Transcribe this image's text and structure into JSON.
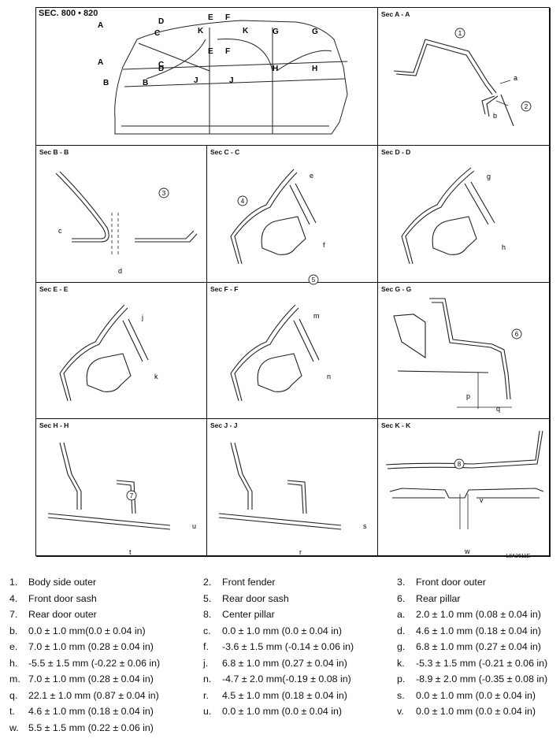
{
  "figure": {
    "main_title": "SEC. 800 • 820",
    "code": "LIIA2611E",
    "sections": [
      {
        "id": "sec-a-a",
        "title": "Sec A - A"
      },
      {
        "id": "sec-b-b",
        "title": "Sec B - B"
      },
      {
        "id": "sec-c-c",
        "title": "Sec C - C"
      },
      {
        "id": "sec-d-d",
        "title": "Sec D - D"
      },
      {
        "id": "sec-e-e",
        "title": "Sec E - E"
      },
      {
        "id": "sec-f-f",
        "title": "Sec F - F"
      },
      {
        "id": "sec-g-g",
        "title": "Sec G - G"
      },
      {
        "id": "sec-h-h",
        "title": "Sec H - H"
      },
      {
        "id": "sec-j-j",
        "title": "Sec J - J"
      },
      {
        "id": "sec-k-k",
        "title": "Sec K - K"
      }
    ],
    "overview_labels": [
      "A",
      "A",
      "B",
      "B",
      "C",
      "C",
      "D",
      "D",
      "E",
      "E",
      "F",
      "F",
      "G",
      "G",
      "H",
      "H",
      "J",
      "J",
      "K",
      "K"
    ],
    "part_callouts": [
      "1",
      "2",
      "3",
      "4",
      "5",
      "6",
      "7",
      "8"
    ],
    "dimension_letters": [
      "a",
      "b",
      "c",
      "d",
      "e",
      "f",
      "g",
      "h",
      "j",
      "k",
      "m",
      "n",
      "p",
      "q",
      "r",
      "s",
      "t",
      "u",
      "v",
      "w"
    ]
  },
  "legend": [
    {
      "num": "1.",
      "text": "Body side outer"
    },
    {
      "num": "2.",
      "text": "Front fender"
    },
    {
      "num": "3.",
      "text": "Front door outer"
    },
    {
      "num": "4.",
      "text": "Front door sash"
    },
    {
      "num": "5.",
      "text": "Rear door sash"
    },
    {
      "num": "6.",
      "text": "Rear pillar"
    },
    {
      "num": "7.",
      "text": "Rear door outer"
    },
    {
      "num": "8.",
      "text": "Center pillar"
    },
    {
      "num": "a.",
      "text": "2.0 ± 1.0 mm (0.08 ± 0.04 in)"
    },
    {
      "num": "b.",
      "text": "0.0 ± 1.0 mm(0.0 ± 0.04 in)"
    },
    {
      "num": "c.",
      "text": "0.0 ± 1.0 mm (0.0 ± 0.04 in)"
    },
    {
      "num": "d.",
      "text": "4.6 ± 1.0 mm (0.18 ± 0.04 in)"
    },
    {
      "num": "e.",
      "text": "7.0 ± 1.0 mm (0.28 ± 0.04 in)"
    },
    {
      "num": "f.",
      "text": "-3.6 ± 1.5 mm (-0.14 ± 0.06 in)"
    },
    {
      "num": "g.",
      "text": "6.8 ± 1.0 mm (0.27 ± 0.04 in)"
    },
    {
      "num": "h.",
      "text": "-5.5 ± 1.5 mm (-0.22 ± 0.06 in)"
    },
    {
      "num": "j.",
      "text": "6.8 ± 1.0 mm (0.27 ± 0.04 in)"
    },
    {
      "num": "k.",
      "text": "-5.3 ± 1.5 mm (-0.21 ± 0.06 in)"
    },
    {
      "num": "m.",
      "text": "7.0 ± 1.0 mm (0.28 ± 0.04 in)"
    },
    {
      "num": "n.",
      "text": "-4.7 ± 2.0 mm(-0.19 ± 0.08 in)"
    },
    {
      "num": "p.",
      "text": "-8.9 ± 2.0 mm (-0.35 ± 0.08 in)"
    },
    {
      "num": "q.",
      "text": "22.1 ± 1.0 mm (0.87 ± 0.04 in)"
    },
    {
      "num": "r.",
      "text": "4.5 ± 1.0 mm (0.18 ± 0.04 in)"
    },
    {
      "num": "s.",
      "text": "0.0 ± 1.0 mm (0.0 ± 0.04 in)"
    },
    {
      "num": "t.",
      "text": "4.6 ± 1.0 mm (0.18 ± 0.04 in)"
    },
    {
      "num": "u.",
      "text": "0.0 ± 1.0 mm (0.0 ± 0.04 in)"
    },
    {
      "num": "v.",
      "text": "0.0 ± 1.0 mm (0.0 ± 0.04 in)"
    },
    {
      "num": "w.",
      "text": "5.5 ± 1.5 mm (0.22 ± 0.06 in)"
    }
  ]
}
